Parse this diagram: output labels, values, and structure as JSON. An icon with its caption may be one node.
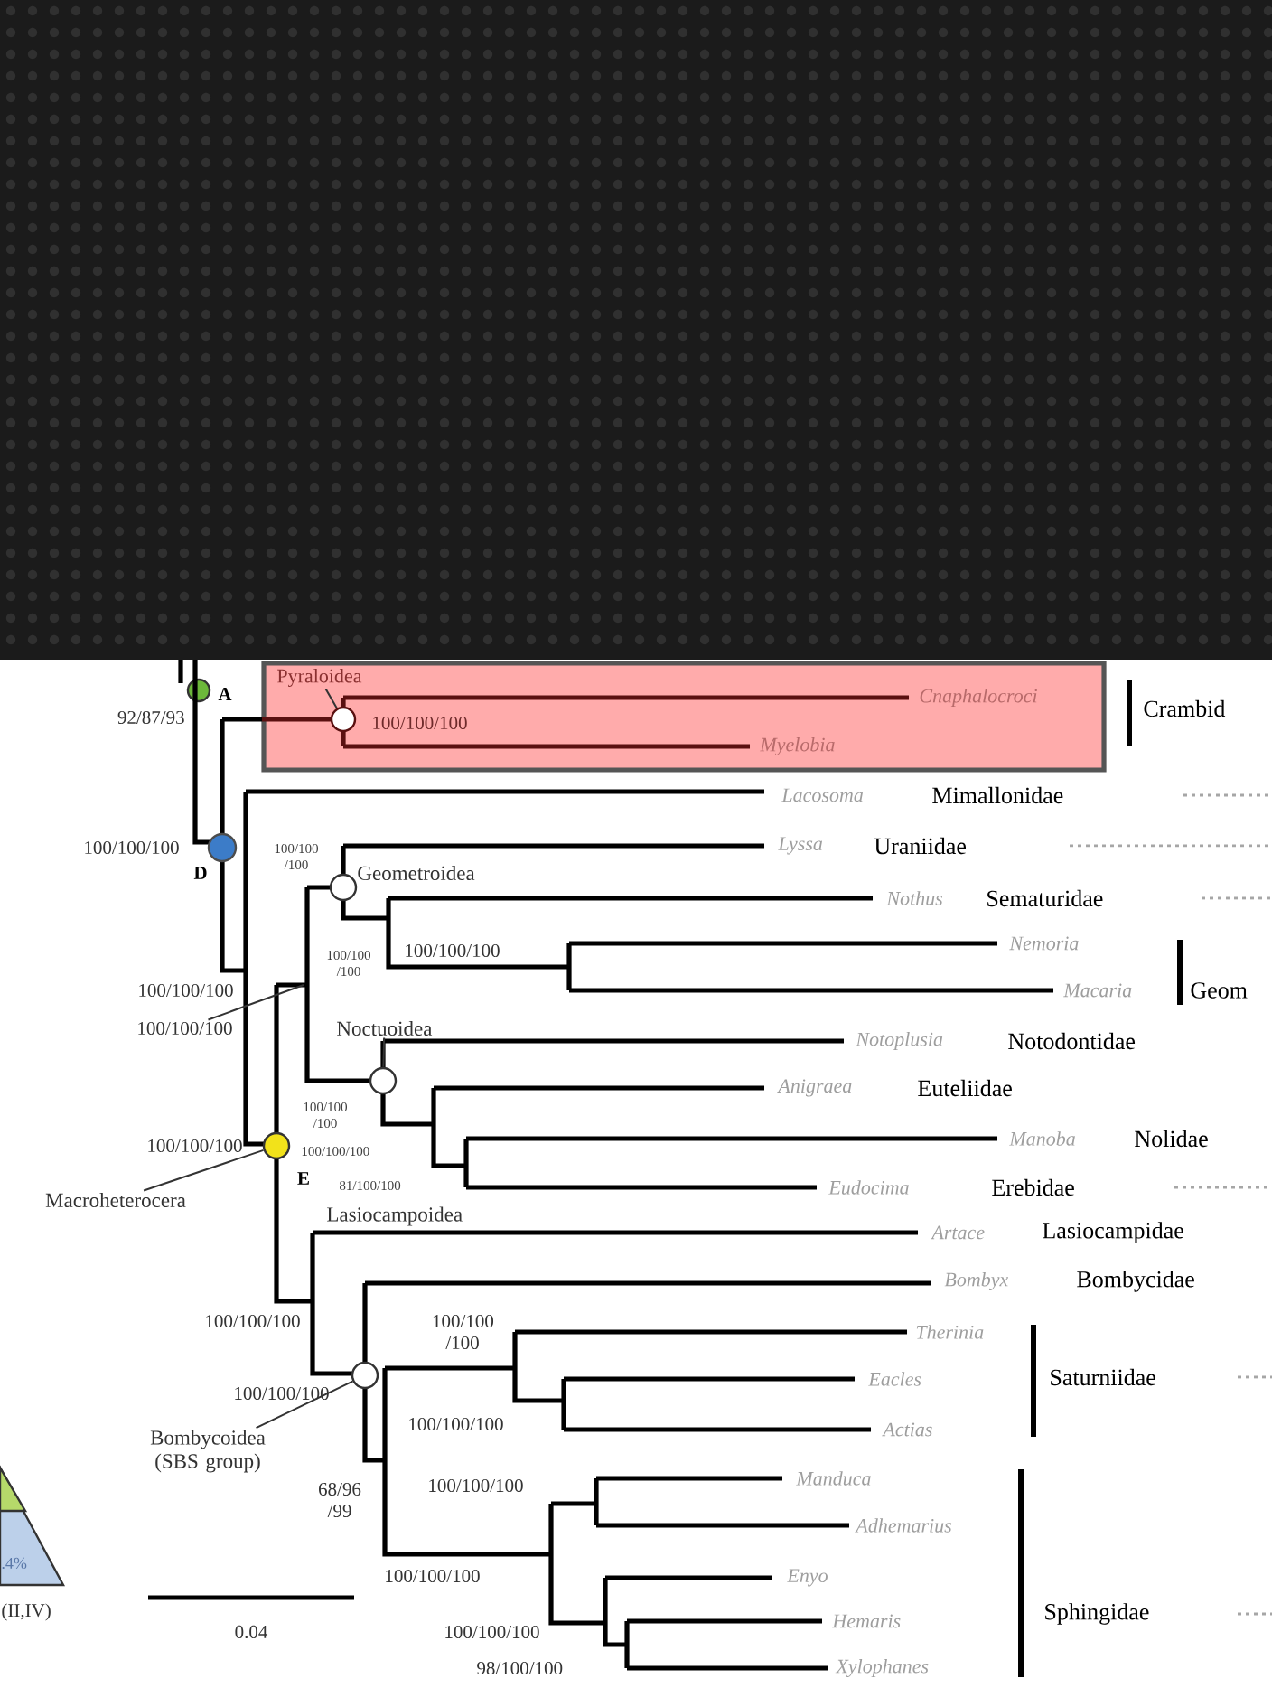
{
  "diagram": {
    "nodes": [
      {
        "text": [],
        "shape": "circle",
        "beside": [
          "A"
        ]
      },
      {
        "text": [],
        "shape": "box"
      },
      {
        "text": [
          "Pyraloidea"
        ],
        "in": 1
      },
      {
        "text": [],
        "shape": "circle",
        "in": 1
      },
      {
        "text": [],
        "shape": "circle",
        "beside": [
          "D"
        ]
      },
      {
        "text": [],
        "shape": "circle",
        "beside": [
          "Geometroidea"
        ]
      },
      {
        "text": [
          "Noctuoidea"
        ]
      },
      {
        "text": [],
        "shape": "circle"
      },
      {
        "text": [],
        "shape": "circle",
        "beside": [
          "E"
        ]
      },
      {
        "text": [
          "Macroheterocera"
        ]
      },
      {
        "text": [],
        "shape": "circle"
      },
      {
        "text": [
          "Bombycoidea (SBS group)"
        ]
      },
      {
        "text": [
          "100/100/100"
        ]
      }
    ],
    "edges": [
      {
        "from": 2,
        "to": 3,
        "arrow": "none"
      },
      {
        "from": 6,
        "to": 7,
        "arrow": "none"
      },
      {
        "from": 9,
        "to": 8,
        "arrow": "none"
      },
      {
        "from": 11,
        "to": 10,
        "arrow": "none"
      },
      {
        "from": 12,
        "to": null,
        "arrow": "none"
      }
    ],
    "labels": [
      "92/87/93",
      "100/100/100",
      "Cnaphalocroci",
      "Crambid",
      "Myelobia",
      "Lacosoma",
      "Mimallonidae",
      "100/100/100",
      "100/100 /100",
      "Lyssa",
      "Uraniidae",
      "Nothus",
      "Sematuridae",
      "100/100 /100",
      "100/100/100",
      "Nemoria",
      "100/100/100",
      "Macaria",
      "Geom",
      "Notoplusia",
      "Notodontidae",
      "Anigraea",
      "Euteliidae",
      "100/100 /100",
      "100/100/100",
      "100/100/100",
      "Manoba",
      "Nolidae",
      "81/100/100",
      "Eudocima",
      "Erebidae",
      "Lasiocampoidea",
      "Artace",
      "Lasiocampidae",
      "Bombyx",
      "Bombycidae",
      "100/100/100",
      "100/100 /100",
      "Therinia",
      "Eacles",
      "Saturniidae",
      "100/100/100",
      "100/100/100",
      "Actias",
      "68/96 /99",
      "100/100/100",
      "Manduca",
      ".4%",
      "Adhemarius",
      "100/100/100",
      "Enyo",
      "0.04",
      "(II,IV)",
      "Sphingidae",
      "100/100/100",
      "Hemaris",
      "98/100/100",
      "Xylophanes"
    ]
  }
}
